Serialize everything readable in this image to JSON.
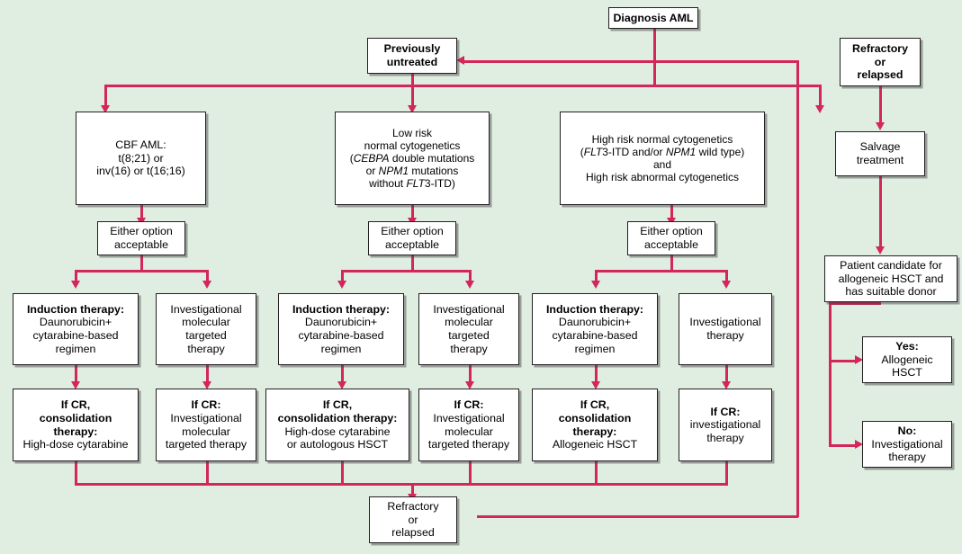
{
  "diagram": {
    "title": "Diagnosis AML treatment algorithm",
    "colors": {
      "background": "#e0eee2",
      "connector": "#d3275a",
      "box_border": "#231f20",
      "box_fill": "#ffffff"
    }
  },
  "nodes": {
    "diagnosis": {
      "lines": [
        "Diagnosis AML"
      ]
    },
    "previously_untreated": {
      "lines": [
        "Previously",
        "untreated"
      ]
    },
    "refractory_relapsed_top": {
      "lines": [
        "Refractory",
        "or",
        "relapsed"
      ]
    },
    "salvage": {
      "lines": [
        "Salvage",
        "treatment"
      ]
    },
    "cbf_aml": {
      "lines": [
        "CBF AML:",
        "t(8;21) or",
        "inv(16) or t(16;16)"
      ]
    },
    "low_risk": {
      "lines": [
        "Low risk",
        "normal cytogenetics",
        "(CEBPA double mutations",
        "or NPM1 mutations",
        "without FLT3-ITD)"
      ]
    },
    "high_risk": {
      "lines": [
        "High risk normal cytogenetics",
        "(FLT3-ITD and/or NPM1 wild type)",
        "and",
        "High risk abnormal cytogenetics"
      ]
    },
    "either_option_1": {
      "lines": [
        "Either option",
        "acceptable"
      ]
    },
    "either_option_2": {
      "lines": [
        "Either option",
        "acceptable"
      ]
    },
    "either_option_3": {
      "lines": [
        "Either option",
        "acceptable"
      ]
    },
    "induction_1": {
      "bold_lines": [
        "Induction therapy:"
      ],
      "lines": [
        "Daunorubicin+",
        "cytarabine-based",
        "regimen"
      ]
    },
    "investigational_1": {
      "lines": [
        "Investigational",
        "molecular",
        "targeted",
        "therapy"
      ]
    },
    "induction_2": {
      "bold_lines": [
        "Induction therapy:"
      ],
      "lines": [
        "Daunorubicin+",
        "cytarabine-based",
        "regimen"
      ]
    },
    "investigational_2": {
      "lines": [
        "Investigational",
        "molecular",
        "targeted",
        "therapy"
      ]
    },
    "induction_3": {
      "bold_lines": [
        "Induction therapy:"
      ],
      "lines": [
        "Daunorubicin+",
        "cytarabine-based",
        "regimen"
      ]
    },
    "investigational_3": {
      "lines": [
        "Investigational",
        "therapy"
      ]
    },
    "consolidation_1": {
      "bold_lines": [
        "If CR,",
        "consolidation",
        "therapy:"
      ],
      "lines": [
        "High-dose cytarabine"
      ]
    },
    "cr_invest_1": {
      "bold_lines": [
        "If CR:"
      ],
      "lines": [
        "Investigational",
        "molecular",
        "targeted therapy"
      ]
    },
    "consolidation_2": {
      "bold_lines": [
        "If CR,",
        "consolidation therapy:"
      ],
      "lines": [
        "High-dose cytarabine",
        "or autologous HSCT"
      ]
    },
    "cr_invest_2": {
      "bold_lines": [
        "If CR:"
      ],
      "lines": [
        "Investigational",
        "molecular",
        "targeted therapy"
      ]
    },
    "consolidation_3": {
      "bold_lines": [
        "If CR,",
        "consolidation",
        "therapy:"
      ],
      "lines": [
        "Allogeneic HSCT"
      ]
    },
    "cr_invest_3": {
      "bold_lines": [
        "If CR:"
      ],
      "lines": [
        "investigational",
        "therapy"
      ]
    },
    "patient_candidate": {
      "lines": [
        "Patient candidate for",
        "allogeneic HSCT and",
        "has suitable donor"
      ]
    },
    "yes_allogeneic": {
      "bold_lines": [
        "Yes:"
      ],
      "lines": [
        "Allogeneic",
        "HSCT"
      ]
    },
    "no_investigational": {
      "bold_lines": [
        "No:"
      ],
      "lines": [
        "Investigational",
        "therapy"
      ]
    },
    "refractory_relapsed_bottom": {
      "lines": [
        "Refractory",
        "or",
        "relapsed"
      ]
    }
  }
}
